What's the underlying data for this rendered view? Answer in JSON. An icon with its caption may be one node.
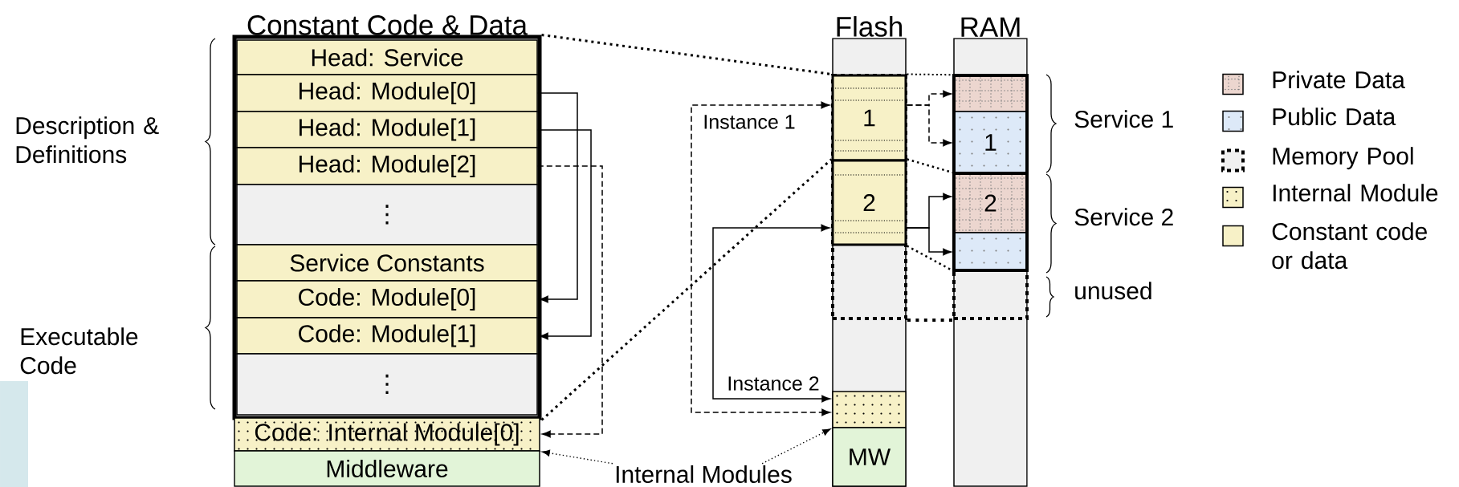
{
  "diagram": {
    "nodes": [
      {
        "text": [
          "Constant Code & Data"
        ]
      },
      {
        "text": [
          "Head: Service"
        ],
        "in": 0
      },
      {
        "text": [
          "Head: Module[0]"
        ],
        "in": 0
      },
      {
        "text": [
          "Head: Module[1]"
        ],
        "in": 0
      },
      {
        "text": [
          "Head: Module[2]"
        ],
        "in": 0
      },
      {
        "text": [
          "⋮"
        ],
        "in": 0
      },
      {
        "text": [
          "Service Constants"
        ],
        "in": 0
      },
      {
        "text": [
          "Code: Module[0]"
        ],
        "in": 0
      },
      {
        "text": [
          "Code: Module[1]"
        ],
        "in": 0
      },
      {
        "text": [
          "⋮"
        ],
        "in": 0
      },
      {
        "text": [
          "Code: Internal Module[0]"
        ]
      },
      {
        "text": [
          "Middleware"
        ]
      },
      {
        "text": [
          "Flash"
        ]
      },
      {
        "text": [],
        "shape": "box",
        "in": 12
      },
      {
        "text": [
          "1"
        ],
        "in": 13
      },
      {
        "text": [
          "2"
        ],
        "in": 13
      },
      {
        "text": [],
        "shape": "box",
        "in": 12
      },
      {
        "text": [
          "MW"
        ],
        "in": 12
      },
      {
        "text": [
          "RAM"
        ]
      },
      {
        "text": [],
        "shape": "box",
        "in": 18
      },
      {
        "text": [],
        "shape": "box",
        "in": 19
      },
      {
        "text": [
          "1"
        ],
        "in": 19
      },
      {
        "text": [
          "2"
        ],
        "in": 19
      },
      {
        "text": [],
        "shape": "box",
        "in": 19
      },
      {
        "text": [
          "Internal Modules"
        ]
      }
    ],
    "edges": [
      {
        "from": 2,
        "to": 7,
        "arrow": "to"
      },
      {
        "from": 3,
        "to": 8,
        "arrow": "to"
      },
      {
        "from": 4,
        "to": 10,
        "arrow": "to",
        "style": "dashed"
      },
      {
        "from": 14,
        "to": 16,
        "arrow": "both",
        "style": "dashed",
        "label": "Instance 1"
      },
      {
        "from": 15,
        "to": 16,
        "arrow": "both",
        "label": "Instance 2"
      },
      {
        "from": 14,
        "to": 20,
        "arrow": "to",
        "style": "dashed"
      },
      {
        "from": 14,
        "to": 21,
        "arrow": "to",
        "style": "dashed"
      },
      {
        "from": 15,
        "to": 22,
        "arrow": "to"
      },
      {
        "from": 15,
        "to": 23,
        "arrow": "to"
      },
      {
        "from": 24,
        "to": 10,
        "arrow": "to",
        "style": "dashed"
      },
      {
        "from": 24,
        "to": 16,
        "arrow": "to",
        "style": "dashed"
      },
      {
        "from": 0,
        "to": 14,
        "arrow": "none",
        "style": "dashed"
      },
      {
        "from": 0,
        "to": 15,
        "arrow": "none",
        "style": "dashed"
      },
      {
        "from": 14,
        "to": 20,
        "arrow": "none",
        "style": "dashed"
      },
      {
        "from": 15,
        "to": 22,
        "arrow": "none",
        "style": "dashed"
      },
      {
        "from": 15,
        "to": 23,
        "arrow": "none",
        "style": "dashed"
      },
      {
        "from": 13,
        "to": 19,
        "arrow": "none",
        "style": "dashed"
      }
    ],
    "labels": [
      "Description & Definitions",
      "Executable Code",
      "Service 1",
      "Service 2",
      "unused"
    ],
    "legend": [
      {
        "text": "Private Data",
        "color": "#ecd6cf"
      },
      {
        "text": "Public Data",
        "color": "#dde9f8"
      },
      {
        "text": "Memory Pool"
      },
      {
        "text": "Internal Module",
        "color": "#f7f1c7"
      },
      {
        "text": "Constant code or data",
        "color": "#f7f1c7"
      }
    ]
  }
}
